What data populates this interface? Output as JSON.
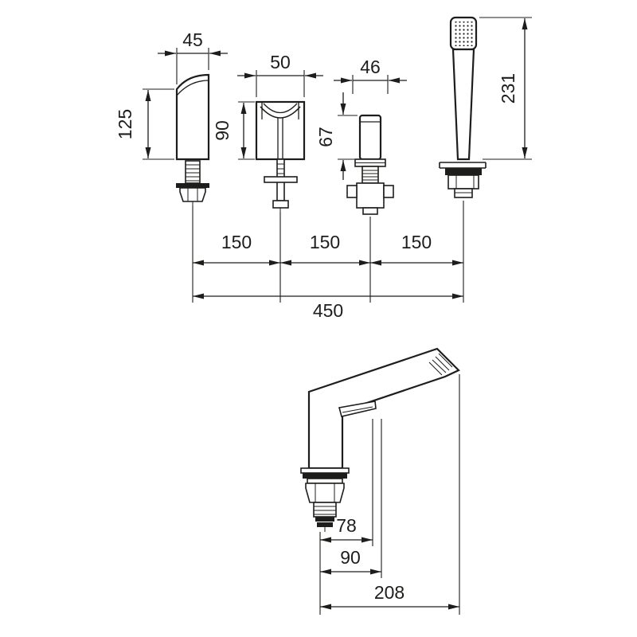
{
  "colors": {
    "line": "#1d1d1b",
    "background": "#ffffff"
  },
  "front_view": {
    "spout": {
      "width": "45",
      "height": "125"
    },
    "handle": {
      "width": "50",
      "height": "90"
    },
    "diverter": {
      "width": "46",
      "height": "67"
    },
    "shower": {
      "height": "231"
    },
    "spacing": [
      "150",
      "150",
      "150"
    ],
    "total_width": "450"
  },
  "side_view": {
    "handle_reach": "78",
    "body_reach": "90",
    "spout_reach": "208"
  }
}
